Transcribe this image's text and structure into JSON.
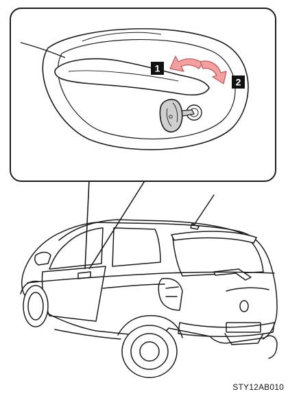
{
  "figure": {
    "callouts": [
      {
        "number": "1",
        "meaning": "lock-direction"
      },
      {
        "number": "2",
        "meaning": "unlock-direction"
      }
    ],
    "code": "STY12AB010",
    "colors": {
      "line": "#1a1a1a",
      "arrow_fill": "#f2a0a0",
      "arrow_stroke": "#c85a5a",
      "key_fill": "#cfcfcf",
      "badge_fill": "#111111",
      "badge_text": "#ffffff"
    }
  }
}
